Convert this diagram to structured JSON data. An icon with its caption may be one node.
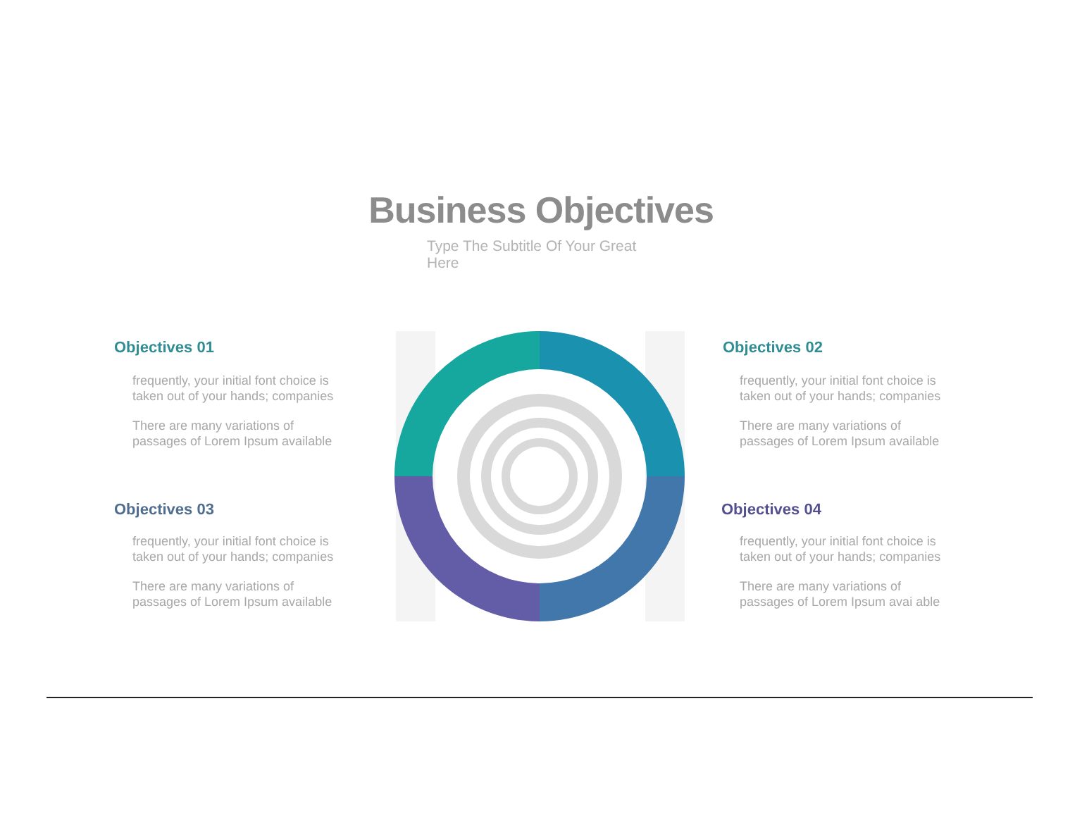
{
  "diagram": {
    "title": "Business Objectives",
    "labels": [
      "Type The Subtitle Of Your Great Here",
      "Objectives 01",
      "frequently, your initial font choice is taken out of your hands; companies",
      "There are many variations of passages of Lorem Ipsum available",
      "Objectives 02",
      "frequently, your initial font choice is taken out of your hands; companies",
      "There are many variations of passages of Lorem Ipsum available",
      "Objectives 03",
      "frequently, your initial font choice is taken out of your hands; companies",
      "There are many variations of passages of Lorem Ipsum available",
      "Objectives 04",
      "frequently, your initial font choice is taken out of your hands; companies",
      "There are many variations of passages of Lorem Ipsum avai able"
    ]
  }
}
